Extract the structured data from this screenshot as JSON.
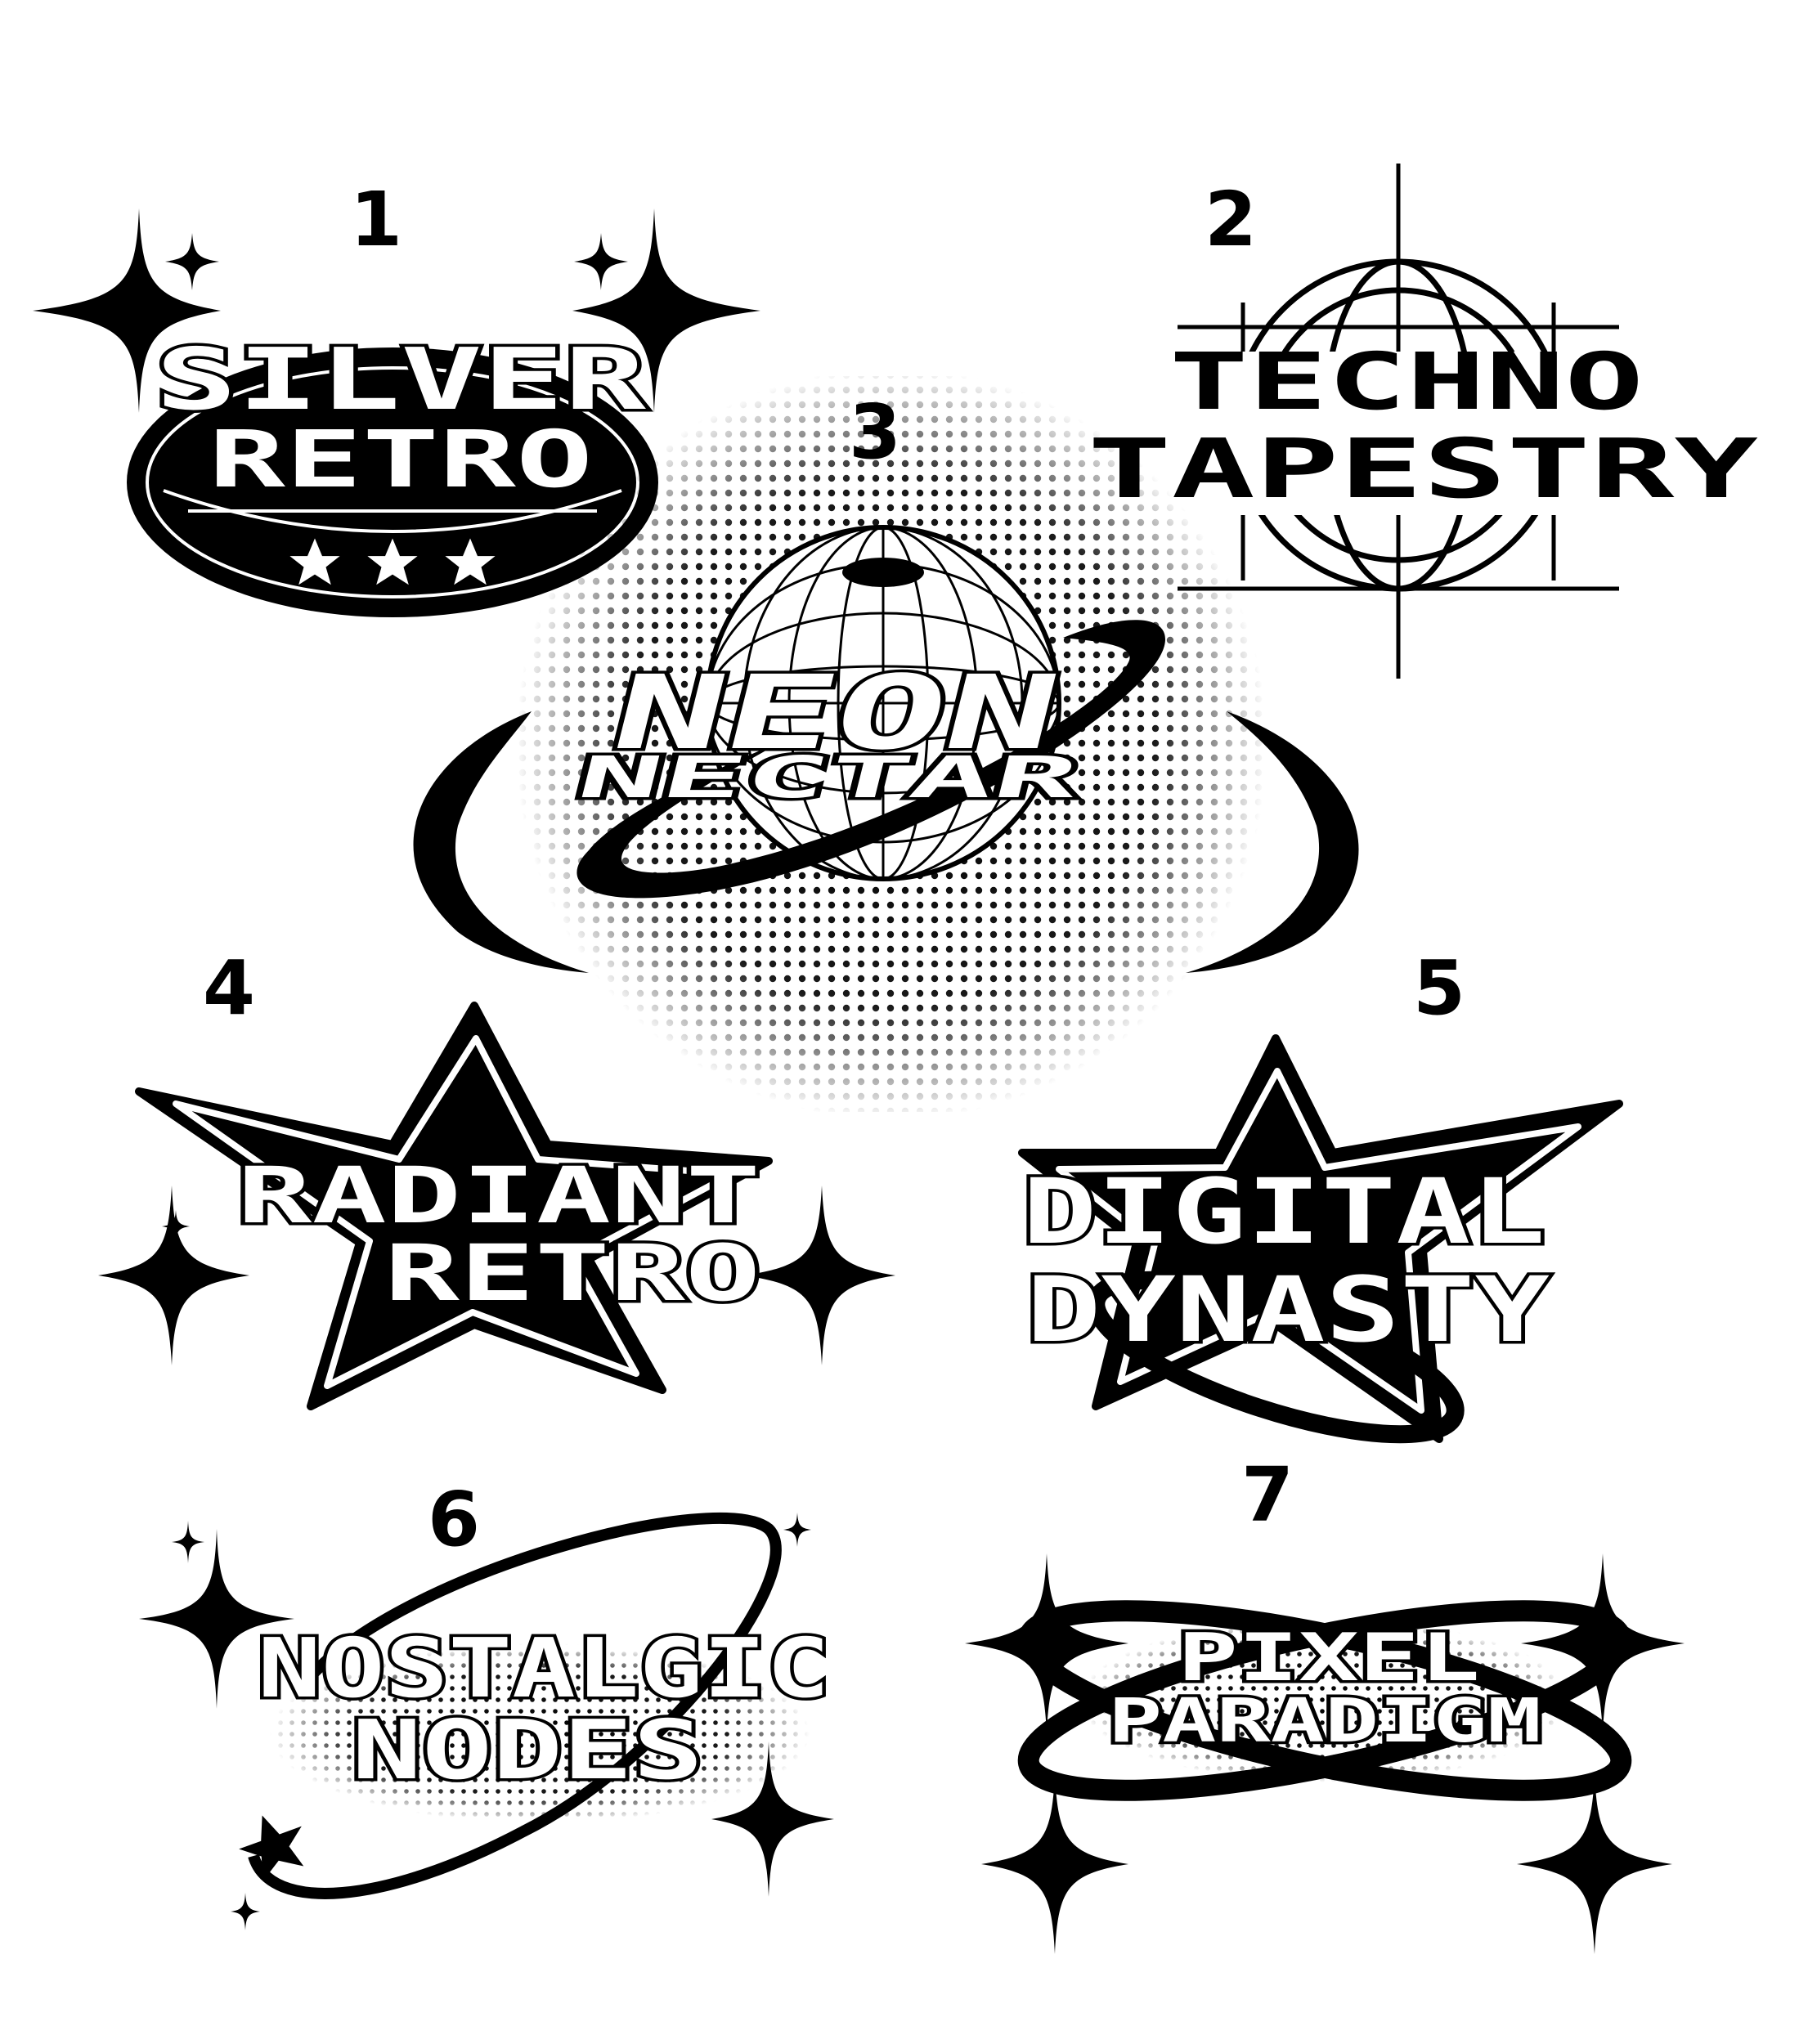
{
  "colors": {
    "ink": "#000000",
    "paper": "#ffffff"
  },
  "logos": [
    {
      "number": "1",
      "lines": [
        "SILVER",
        "RETRO"
      ],
      "motif": "badge-oval-with-stars-and-sparkles"
    },
    {
      "number": "2",
      "lines": [
        "TECHNO",
        "TAPESTRY"
      ],
      "motif": "globe-crosshair"
    },
    {
      "number": "3",
      "lines": [
        "NEON",
        "NECTAR"
      ],
      "motif": "wireframe-globe-with-ring-and-halftone"
    },
    {
      "number": "4",
      "lines": [
        "RADIANT",
        "RETRO"
      ],
      "motif": "star-with-sparkles"
    },
    {
      "number": "5",
      "lines": [
        "DIGITAL",
        "DYNASTY"
      ],
      "motif": "star-with-orbit"
    },
    {
      "number": "6",
      "lines": [
        "NOSTALGIC",
        "NODES"
      ],
      "motif": "orbit-with-star-and-sparkles"
    },
    {
      "number": "7",
      "lines": [
        "PIXEL",
        "PARADIGM"
      ],
      "motif": "crossed-orbits-with-sparkles"
    }
  ]
}
